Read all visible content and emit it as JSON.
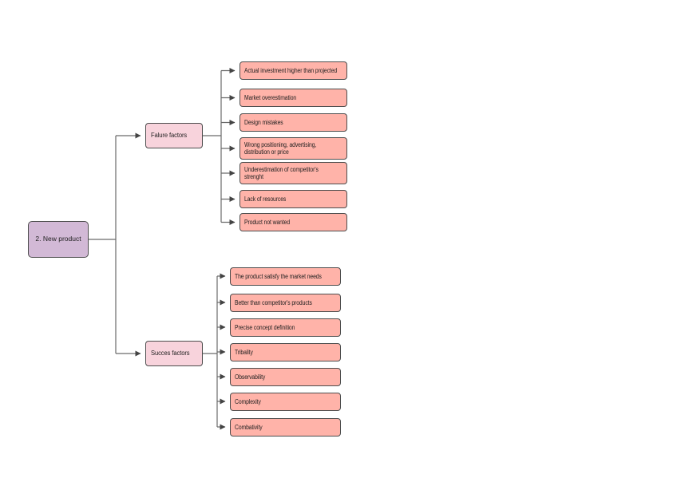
{
  "diagram": {
    "type": "mindmap",
    "background": "#ffffff",
    "connector_color": "#6a6a6a",
    "arrow_color": "#444444",
    "border_color": "#4d4d4d",
    "root": {
      "label": "2. New product",
      "fill": "#d2b9d6"
    },
    "branches": [
      {
        "label": "Falure factors",
        "fill": "#f8d3dc",
        "children": [
          "Actual investment higher than projected",
          "Market overestimation",
          "Design mistakes",
          "Wrong positioning, advertising,\ndistribution or price",
          "Underestimation of competitor's\nstrenght",
          "Lack of resources",
          "Product not wanted"
        ]
      },
      {
        "label": "Succes factors",
        "fill": "#f8d3dc",
        "children": [
          "The product satisfy the market needs",
          "Better than competitor's products",
          "Precise concept definition",
          "Tribality",
          "Observability",
          "Complexity",
          "Combativity"
        ]
      }
    ],
    "child_fill": "#ffb3a9"
  }
}
